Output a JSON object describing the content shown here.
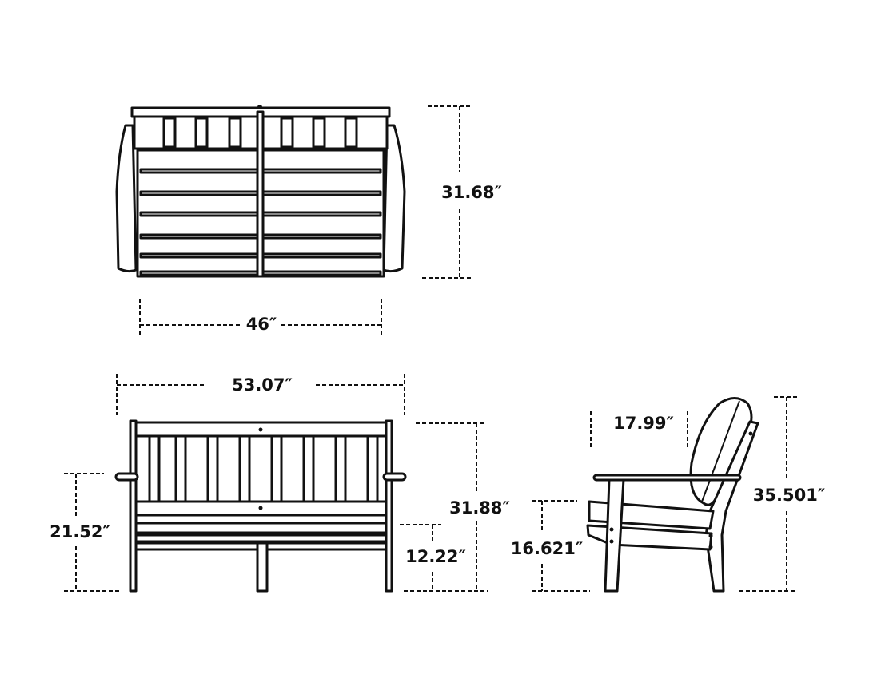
{
  "colors": {
    "line": "#111111",
    "background": "#ffffff"
  },
  "views": {
    "top": {
      "height_label": "31.68″",
      "width_label": "46″"
    },
    "front": {
      "overall_width_label": "53.07″",
      "arm_height_label": "21.52″",
      "overall_height_label": "31.88″",
      "seat_height_label": "12.22″"
    },
    "side": {
      "seat_depth_label": "17.99″",
      "seat_height_label": "16.621″",
      "overall_height_label": "35.501″"
    }
  }
}
